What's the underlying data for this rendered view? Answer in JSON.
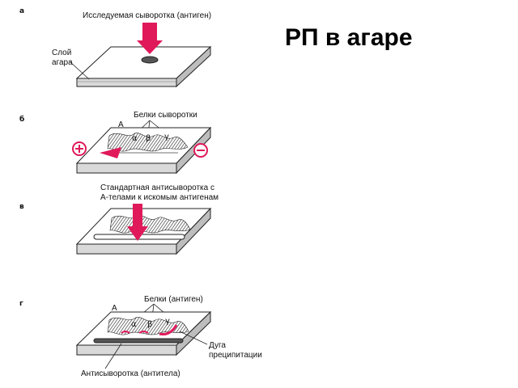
{
  "title": "РП в агаре",
  "panels": {
    "a": {
      "letter": "а",
      "top_label": "Исследуемая сыворотка (антиген)",
      "side_label_line1": "Слой",
      "side_label_line2": "агара"
    },
    "b": {
      "letter": "б",
      "top_label": "Белки сыворотки",
      "marker_a": "А",
      "alpha": "α",
      "beta": "β",
      "gamma": "γ",
      "plus": "+",
      "minus": "−"
    },
    "v": {
      "letter": "в",
      "top_label_line1": "Стандартная антисыворотка с",
      "top_label_line2": "А-телами к искомым антигенам"
    },
    "g": {
      "letter": "г",
      "top_label": "Белки (антиген)",
      "marker_a": "А",
      "alpha": "α",
      "beta": "β",
      "gamma": "γ",
      "arc_label_line1": "Дуга",
      "arc_label_line2": "преципитации",
      "bottom_label": "Антисыворотка (антитела)"
    }
  },
  "colors": {
    "accent": "#e0195a",
    "plate_top": "#ffffff",
    "plate_side": "#d9d9d9",
    "outline": "#222222"
  }
}
